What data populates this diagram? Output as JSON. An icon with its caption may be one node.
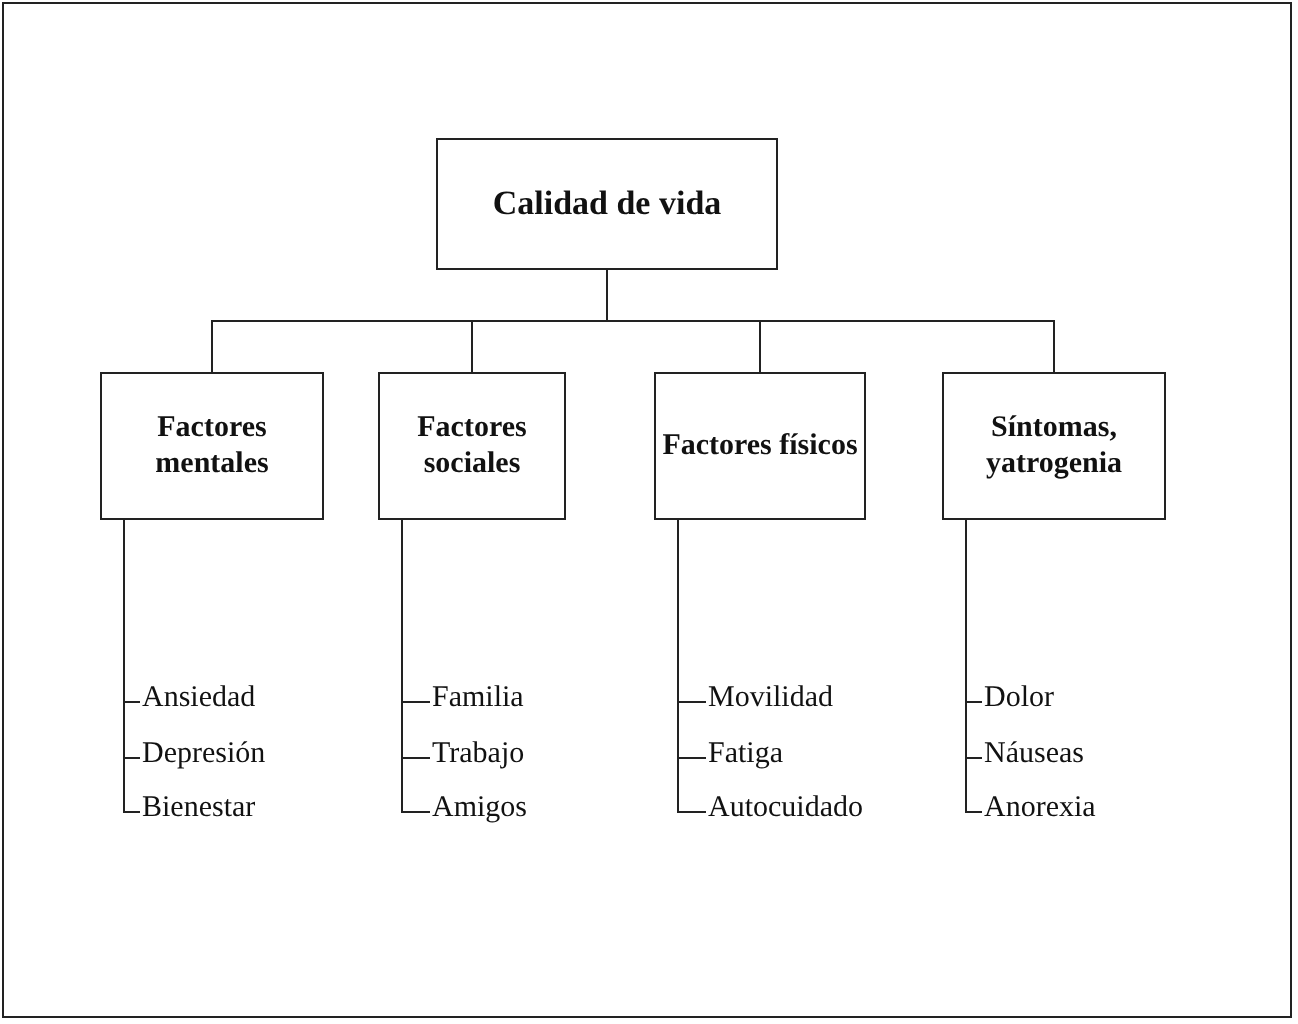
{
  "diagram": {
    "nodes": [
      {
        "text": [
          "Calidad de vida"
        ]
      },
      {
        "text": [
          "Factores mentales"
        ]
      },
      {
        "text": [
          "Factores sociales"
        ]
      },
      {
        "text": [
          "Factores físicos"
        ]
      },
      {
        "text": [
          "Síntomas, yatrogenia"
        ]
      },
      {
        "text": [
          "Ansiedad"
        ]
      },
      {
        "text": [
          "Depresión"
        ]
      },
      {
        "text": [
          "Bienestar"
        ]
      },
      {
        "text": [
          "Familia"
        ]
      },
      {
        "text": [
          "Trabajo"
        ]
      },
      {
        "text": [
          "Amigos"
        ]
      },
      {
        "text": [
          "Movilidad"
        ]
      },
      {
        "text": [
          "Fatiga"
        ]
      },
      {
        "text": [
          "Autocuidado"
        ]
      },
      {
        "text": [
          "Dolor"
        ]
      },
      {
        "text": [
          "Náuseas"
        ]
      },
      {
        "text": [
          "Anorexia"
        ]
      }
    ],
    "edges": [
      {
        "from": 0,
        "to": 1,
        "arrow": "none"
      },
      {
        "from": 0,
        "to": 2,
        "arrow": "none"
      },
      {
        "from": 0,
        "to": 3,
        "arrow": "none"
      },
      {
        "from": 0,
        "to": 4,
        "arrow": "none"
      },
      {
        "from": 1,
        "to": 5,
        "arrow": "none"
      },
      {
        "from": 1,
        "to": 6,
        "arrow": "none"
      },
      {
        "from": 1,
        "to": 7,
        "arrow": "none"
      },
      {
        "from": 2,
        "to": 8,
        "arrow": "none"
      },
      {
        "from": 2,
        "to": 9,
        "arrow": "none"
      },
      {
        "from": 2,
        "to": 10,
        "arrow": "none"
      },
      {
        "from": 3,
        "to": 11,
        "arrow": "none"
      },
      {
        "from": 3,
        "to": 12,
        "arrow": "none"
      },
      {
        "from": 3,
        "to": 13,
        "arrow": "none"
      },
      {
        "from": 4,
        "to": 14,
        "arrow": "none"
      },
      {
        "from": 4,
        "to": 15,
        "arrow": "none"
      },
      {
        "from": 4,
        "to": 16,
        "arrow": "none"
      }
    ]
  }
}
